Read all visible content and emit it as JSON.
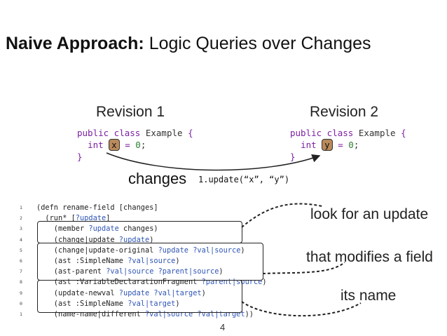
{
  "title": {
    "bold": "Naive Approach:",
    "rest": "Logic Queries over Changes"
  },
  "revision1": {
    "heading": "Revision 1",
    "code": {
      "kw": "public class",
      "name": "Example",
      "brace": "{",
      "type": "int",
      "var": "x",
      "eq": "=",
      "num": "0",
      "semi": ";",
      "close": "}"
    }
  },
  "revision2": {
    "heading": "Revision 2",
    "code": {
      "kw": "public class",
      "name": "Example",
      "brace": "{",
      "type": "int",
      "var": "y",
      "eq": "=",
      "num": "0",
      "semi": ";",
      "close": "}"
    }
  },
  "changes": {
    "label": "changes",
    "value": "1.update(“x”, “y”)"
  },
  "listing": {
    "lines": [
      {
        "num": "1",
        "text": "(defn rename-field [changes]"
      },
      {
        "num": "2",
        "text": "  (run* [?update]"
      },
      {
        "num": "3",
        "text": "    (member ?update changes)"
      },
      {
        "num": "4",
        "text": "    (change|update ?update)"
      },
      {
        "num": "5",
        "text": "    (change|update-original ?update ?val|source)"
      },
      {
        "num": "6",
        "text": "    (ast :SimpleName ?val|source)"
      },
      {
        "num": "7",
        "text": "    (ast-parent ?val|source ?parent|source)"
      },
      {
        "num": "8",
        "text": "    (ast :VariableDeclarationFragment ?parent|source)"
      },
      {
        "num": "9",
        "text": "    (update-newval ?update ?val|target)"
      },
      {
        "num": "0",
        "text": "    (ast :SimpleName ?val|target)"
      },
      {
        "num": "1",
        "text": "    (name-name|different ?val|source ?val|target))"
      }
    ]
  },
  "annotations": {
    "update": "look for an update",
    "field": "that modifies a field",
    "name": "its name"
  },
  "page_number": "4"
}
